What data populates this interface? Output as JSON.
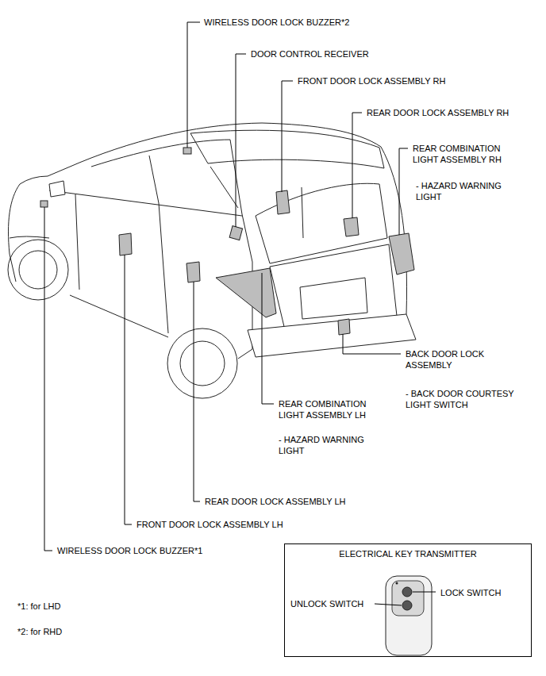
{
  "diagram": {
    "nodes": [
      {
        "text": [
          "ELECTRICAL KEY TRANSMITTER",
          "UNLOCK SWITCH",
          "LOCK SWITCH"
        ]
      }
    ],
    "labels": [
      "WIRELESS DOOR LOCK BUZZER*2",
      "DOOR CONTROL RECEIVER",
      "FRONT DOOR LOCK ASSEMBLY RH",
      "REAR DOOR LOCK ASSEMBLY RH",
      "REAR COMBINATION LIGHT ASSEMBLY RH",
      "- HAZARD WARNING LIGHT",
      "BACK DOOR LOCK ASSEMBLY",
      "- BACK DOOR COURTESY LIGHT SWITCH",
      "REAR COMBINATION LIGHT ASSEMBLY LH",
      "- HAZARD WARNING LIGHT",
      "REAR DOOR LOCK ASSEMBLY LH",
      "FRONT DOOR LOCK ASSEMBLY LH",
      "WIRELESS DOOR LOCK BUZZER*1",
      "*1: for LHD",
      "*2: for RHD"
    ]
  }
}
